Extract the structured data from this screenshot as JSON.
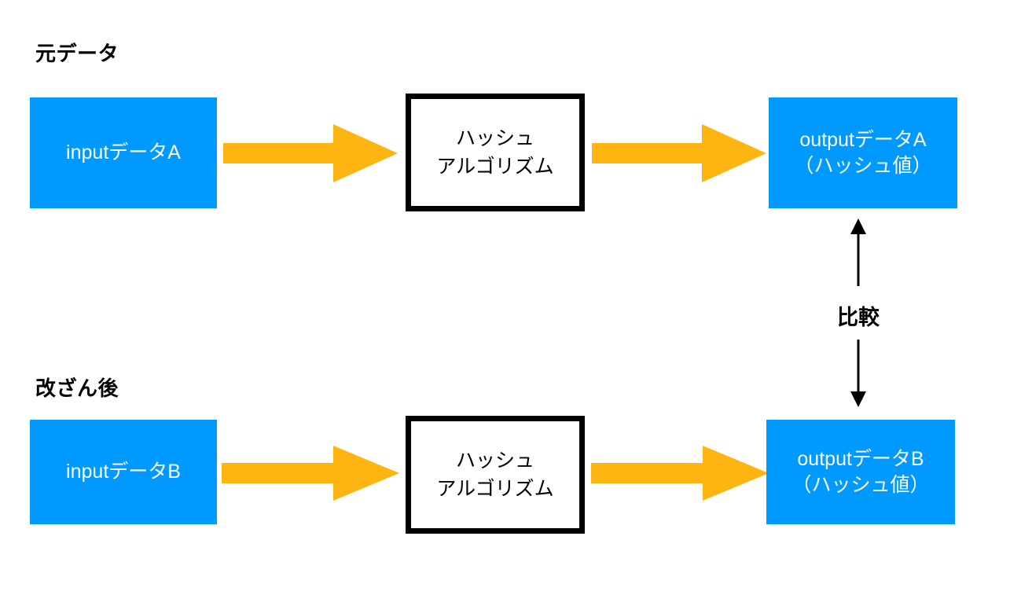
{
  "diagram": {
    "title_top": "元データ",
    "title_bottom": "改ざん後",
    "colors": {
      "data_box_fill": "#0099ff",
      "data_box_text": "#ffffff",
      "process_box_border": "#000000",
      "process_box_fill": "#ffffff",
      "arrow_fill": "#FFB511",
      "compare_arrow": "#000000",
      "background": "#ffffff"
    },
    "rows": [
      {
        "id": "original",
        "caption": "元データ",
        "input_box": {
          "label": "inputデータA",
          "lines": [
            "inputデータA"
          ]
        },
        "process_box": {
          "lines": [
            "ハッシュ",
            "アルゴリズム"
          ]
        },
        "output_box": {
          "lines": [
            "outputデータA",
            "（ハッシュ値）"
          ]
        },
        "arrow_1": "arrow-right-block",
        "arrow_2": "arrow-right-block"
      },
      {
        "id": "tampered",
        "caption": "改ざん後",
        "input_box": {
          "label": "inputデータB",
          "lines": [
            "inputデータB"
          ]
        },
        "process_box": {
          "lines": [
            "ハッシュ",
            "アルゴリズム"
          ]
        },
        "output_box": {
          "lines": [
            "outputデータB",
            "（ハッシュ値）"
          ]
        },
        "arrow_1": "arrow-right-block",
        "arrow_2": "arrow-right-block"
      }
    ],
    "compare": {
      "label": "比較",
      "arrow_up": "arrow-up-thin",
      "arrow_down": "arrow-down-thin"
    }
  }
}
